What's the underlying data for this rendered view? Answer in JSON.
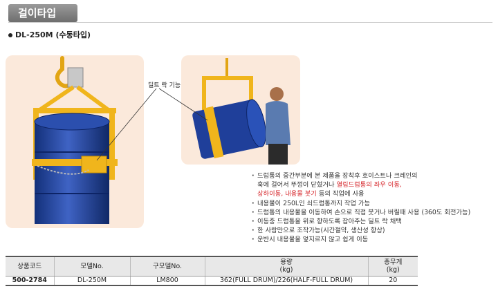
{
  "header": {
    "title": "걸이타입"
  },
  "product": {
    "model_line": "DL-250M (수동타입)"
  },
  "callout": {
    "tilt_label": "딜트 락 기능"
  },
  "features": [
    {
      "parts": [
        {
          "text": "드럼통의 중간부분에 본 제품을 장착후 호이스트나 크레인의"
        }
      ]
    },
    {
      "continuation": true,
      "parts": [
        {
          "text": "훅에 걸어서 뚜껑이 닫혔거나 "
        },
        {
          "text": "열림드럼통의 좌우 이동,",
          "color": "#d6262b"
        }
      ]
    },
    {
      "continuation": true,
      "parts": [
        {
          "text": "상하이동, 내용물 붓기",
          "color": "#d6262b"
        },
        {
          "text": " 등의 작업에 사용"
        }
      ]
    },
    {
      "parts": [
        {
          "text": "내용물이 250L인 쇠드럼통까지 작업 가능"
        }
      ]
    },
    {
      "parts": [
        {
          "text": "드럼통의 내용물을 이동하여 손으로 직접 붓거나 버릴때 사용 (360도 회전가능)"
        }
      ]
    },
    {
      "parts": [
        {
          "text": "이동중 드럼통을 위로 향하도록 잡아주는 딜트 락 채택"
        }
      ]
    },
    {
      "parts": [
        {
          "text": "한 사람만으로 조작가능(시간절약, 생산성 향상)"
        }
      ]
    },
    {
      "parts": [
        {
          "text": "운반시 내용물을 엎지르지 않고 쉽게 이동"
        }
      ]
    }
  ],
  "table": {
    "headers": {
      "code": "상품코드",
      "model": "모델No.",
      "old_model": "구모델No.",
      "capacity": "용량",
      "capacity_unit": "(kg)",
      "weight": "총무게",
      "weight_unit": "(kg)"
    },
    "row": {
      "code": "500-2784",
      "model": "DL-250M",
      "old_model": "LM800",
      "capacity": "362(FULL DRUM)/226(HALF-FULL DRUM)",
      "weight": "20"
    }
  },
  "colors": {
    "accent_red": "#d6262b",
    "code_blue": "#1d4f9c",
    "drum_blue": "#1f3f9a",
    "frame_yellow": "#f0b51c"
  }
}
